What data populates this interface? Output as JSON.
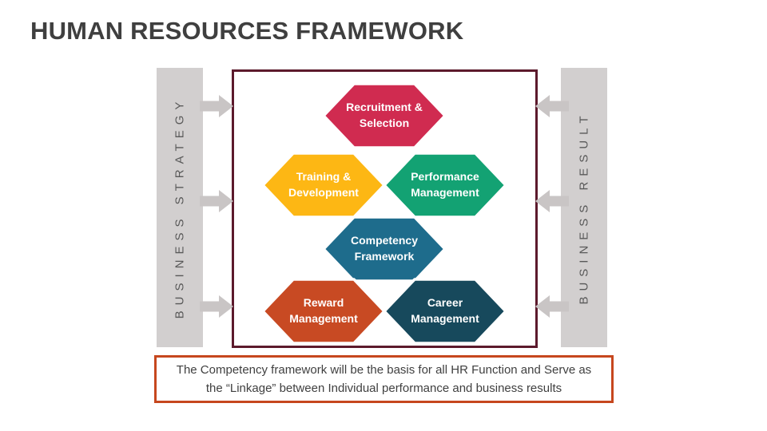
{
  "slide": {
    "title": "HUMAN RESOURCES FRAMEWORK",
    "title_color": "#3F3F3F"
  },
  "left_bar": {
    "label": "BUSINESS STRATEGY"
  },
  "right_bar": {
    "label": "BUSINESS RESULT"
  },
  "diagram": {
    "bar_color": "#D2CFCF",
    "arrow_color": "#C9C5C5",
    "border_color": "#5C1A2C",
    "hexagons": [
      {
        "name": "recruitment-selection",
        "label": "Recruitment & Selection",
        "line1": "Recruitment &",
        "line2": "Selection",
        "color": "#D02B50"
      },
      {
        "name": "training-development",
        "label": "Training & Development",
        "line1": "Training &",
        "line2": "Development",
        "color": "#FDB714"
      },
      {
        "name": "performance-management",
        "label": "Performance Management",
        "line1": "Performance",
        "line2": "Management",
        "color": "#13A273"
      },
      {
        "name": "competency-framework",
        "label": "Competency Framework",
        "line1": "Competency",
        "line2": "Framework",
        "color": "#1E6C8C"
      },
      {
        "name": "reward-management",
        "label": "Reward Management",
        "line1": "Reward",
        "line2": "Management",
        "color": "#C84A23"
      },
      {
        "name": "career-management",
        "label": "Career Management",
        "line1": "Career",
        "line2": "Management",
        "color": "#17495C"
      }
    ]
  },
  "footnote": {
    "border_color": "#C6471E",
    "text_color": "#3F3F3F",
    "line1": "The Competency framework will be the basis for all HR Function and Serve as",
    "line2": "the “Linkage” between Individual performance and business results"
  }
}
